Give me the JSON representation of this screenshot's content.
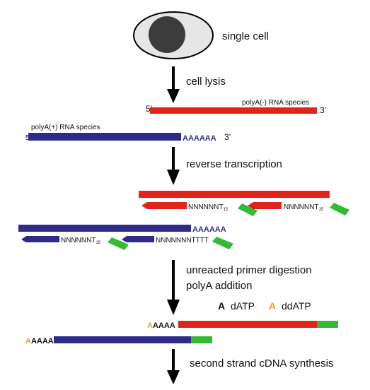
{
  "colors": {
    "red": "#e2231a",
    "blue": "#2d2a8c",
    "green": "#33bb33",
    "orange": "#e0a51c",
    "black": "#111111",
    "cell_outer": "#e6e6e6",
    "nucleus": "#3c3c3c"
  },
  "labels": {
    "single_cell": "single cell",
    "cell_lysis": "cell lysis",
    "reverse_transcription": "reverse transcription",
    "unreacted_primer_digestion": "unreacted primer digestion",
    "polya_addition": "polyA addition",
    "second_strand": "second strand cDNA synthesis",
    "polya_minus": "polyA(-) RNA species",
    "polya_plus": "polyA(+) RNA species",
    "five_prime": "5’",
    "three_prime": "3’",
    "polya_tail": "AAAAAA",
    "primer_a": "NNNNNNT",
    "primer_b": "NNNNNNT",
    "primer_c": "NNNNNNT",
    "primer_d": "NNNNNNNTTTT",
    "subscript_15": "15",
    "legend_a": "A",
    "legend_datp": "dATP",
    "legend_ddatp": "ddATP",
    "tail_first_letter": "A",
    "tail_rest": "AAAA"
  }
}
